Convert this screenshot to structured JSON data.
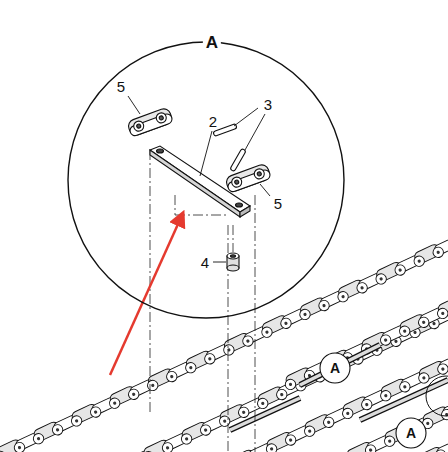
{
  "diagram": {
    "nodes": [
      {
        "text": [
          "A"
        ]
      },
      {
        "text": [
          "A"
        ]
      },
      {
        "text": [
          "A"
        ]
      }
    ],
    "labels": [
      "5",
      "3",
      "2",
      "5",
      "4"
    ]
  }
}
